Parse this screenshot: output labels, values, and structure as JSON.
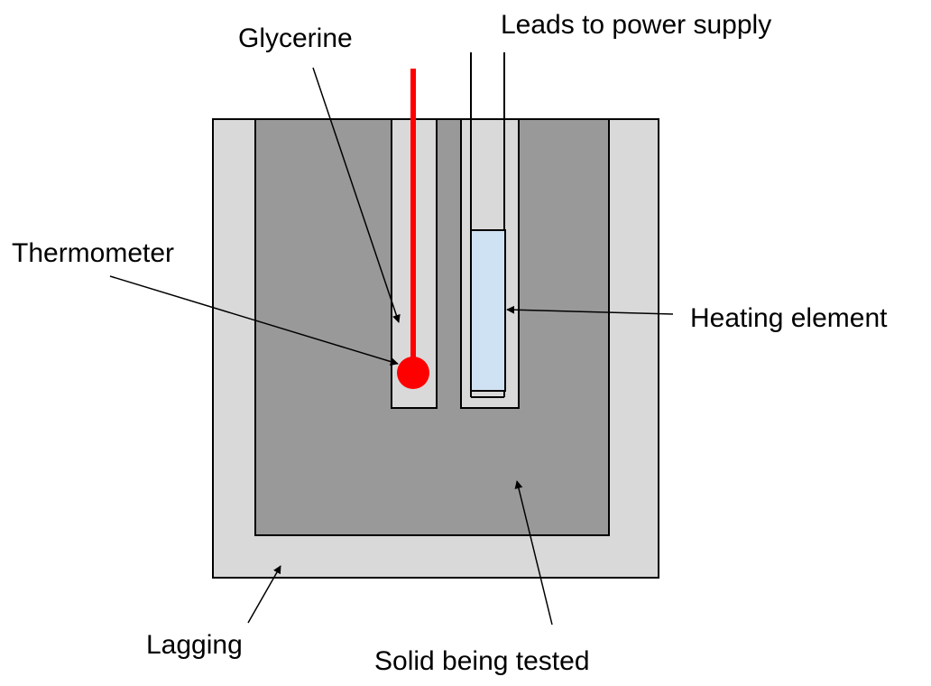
{
  "labels": {
    "glycerine": "Glycerine",
    "leads": "Leads to power supply",
    "thermometer": "Thermometer",
    "heating_element": "Heating element",
    "lagging": "Lagging",
    "solid": "Solid being tested"
  },
  "colors": {
    "lagging": "#d9d9d9",
    "solid": "#999999",
    "glycerine": "#d9d9d9",
    "thermometer": "#ff0000",
    "heating_element": "#cfe2f3",
    "outline": "#000000"
  }
}
